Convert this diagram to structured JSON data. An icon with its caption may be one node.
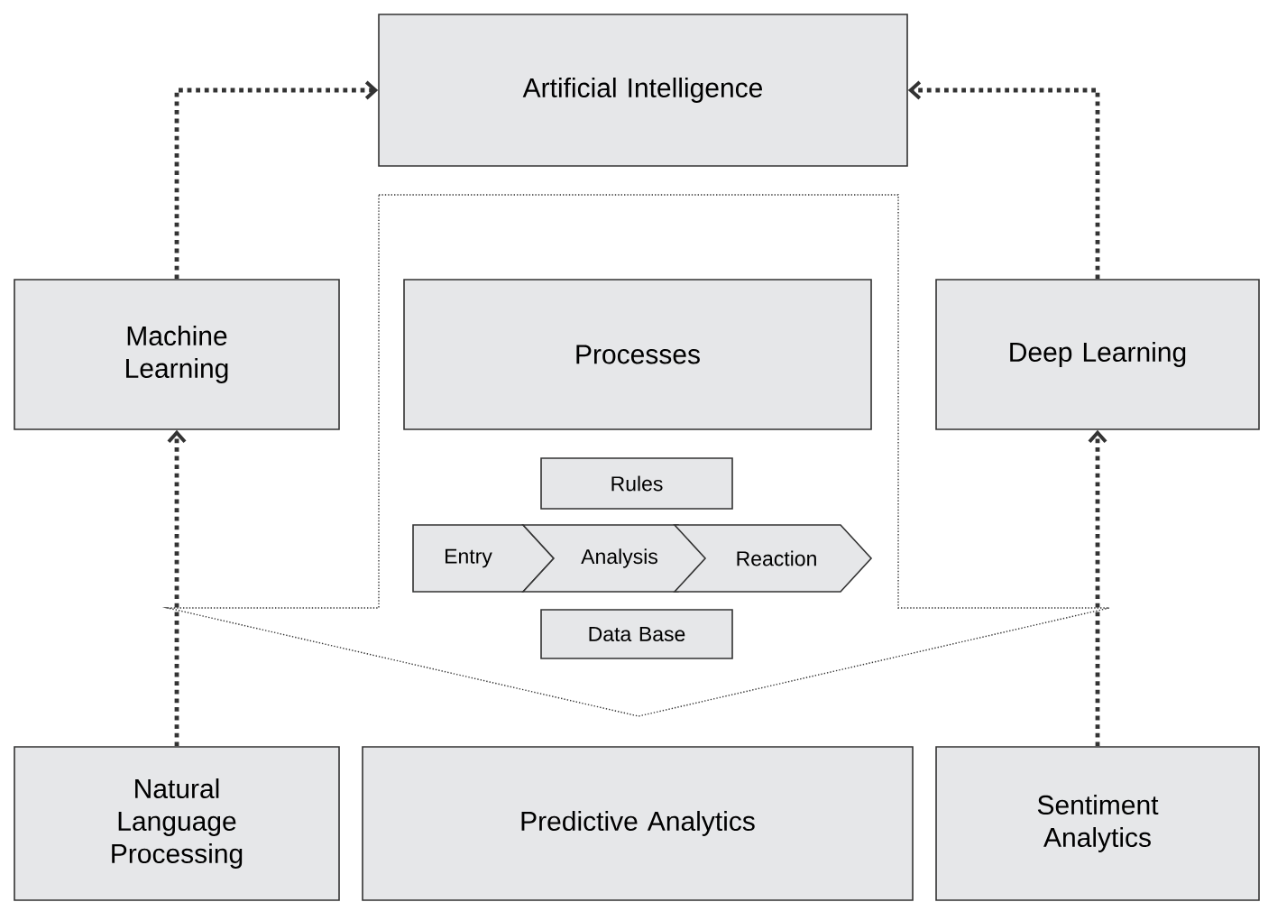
{
  "diagram": {
    "nodes": [
      {
        "text": [
          "Artificial Intelligence"
        ]
      },
      {
        "text": [
          "Machine Learning"
        ]
      },
      {
        "text": [],
        "shape": "funnel"
      },
      {
        "text": [
          "Processes"
        ],
        "in": 2
      },
      {
        "text": [
          "Deep Learning"
        ]
      },
      {
        "text": [
          "Rules"
        ],
        "in": 2
      },
      {
        "text": [
          "Entry"
        ],
        "in": 2
      },
      {
        "text": [
          "Analysis"
        ],
        "in": 2
      },
      {
        "text": [
          "Reaction"
        ],
        "in": 2
      },
      {
        "text": [
          "Data Base"
        ],
        "in": 2
      },
      {
        "text": [
          "Natural Language Processing"
        ]
      },
      {
        "text": [
          "Predictive Analytics"
        ]
      },
      {
        "text": [
          "Sentiment Analytics"
        ]
      }
    ],
    "edges": [
      {
        "from": 1,
        "to": 0,
        "arrow": "to",
        "style": "dashed"
      },
      {
        "from": 4,
        "to": 0,
        "arrow": "to",
        "style": "dashed"
      },
      {
        "from": 10,
        "to": 1,
        "arrow": "to",
        "style": "dashed"
      },
      {
        "from": 12,
        "to": 4,
        "arrow": "to",
        "style": "dashed"
      }
    ]
  }
}
